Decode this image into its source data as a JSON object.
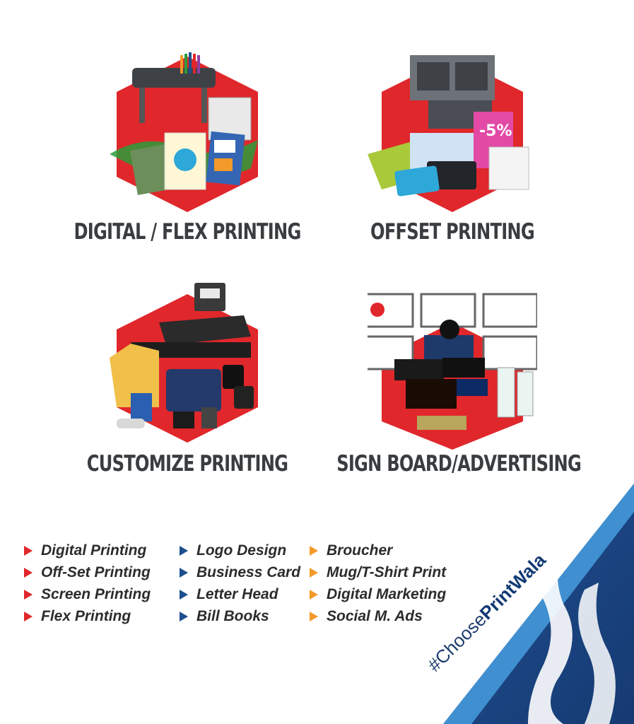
{
  "services": [
    {
      "id": "digital",
      "label": "DIGITAL / FLEX PRINTING",
      "icon": "printer-icon"
    },
    {
      "id": "offset",
      "label": "OFFSET PRINTING",
      "icon": "offset-press-icon"
    },
    {
      "id": "custom",
      "label": "CUSTOMIZE PRINTING",
      "icon": "heat-press-icon"
    },
    {
      "id": "sign",
      "label": "SIGN BOARD/ADVERTISING",
      "icon": "signboard-icon"
    }
  ],
  "lists": {
    "col1": [
      "Digital Printing",
      "Off-Set Printing",
      "Screen Printing",
      "Flex Printing"
    ],
    "col2": [
      "Logo Design",
      "Business Card",
      "Letter Head",
      "Bill Books"
    ],
    "col3": [
      "Broucher",
      "Mug/T-Shirt Print",
      "Digital Marketing",
      "Social M. Ads"
    ]
  },
  "hashtag": {
    "prefix": "#Choose",
    "brand": "PrintWala"
  },
  "colors": {
    "red": "#e0272b",
    "blue": "#1d4f8c",
    "orange": "#f39a2b",
    "heading": "#3a3d40"
  }
}
